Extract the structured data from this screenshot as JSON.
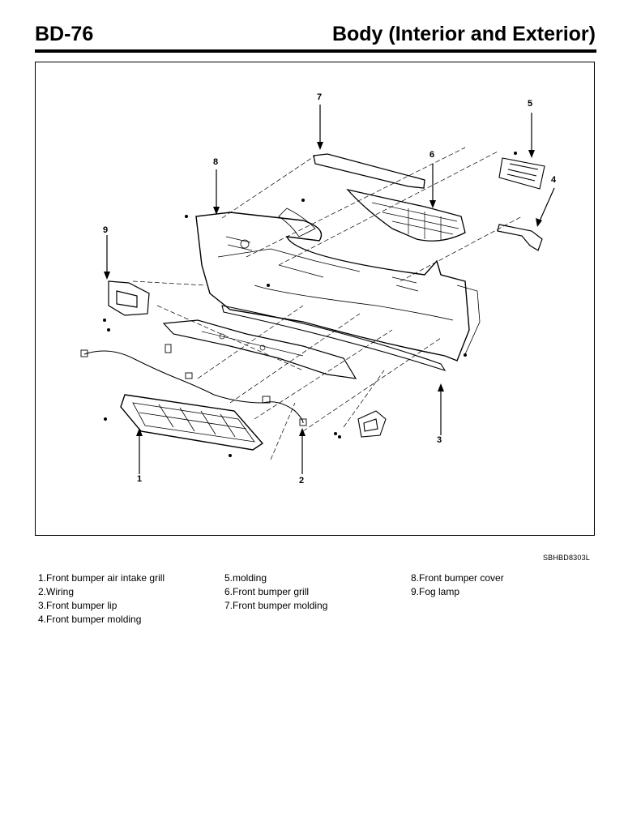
{
  "header": {
    "section_code": "BD-76",
    "section_title": "Body (Interior and Exterior)"
  },
  "figure": {
    "callouts": [
      "1",
      "2",
      "3",
      "4",
      "5",
      "6",
      "7",
      "8",
      "9"
    ],
    "code": "SBHBD8303L"
  },
  "legend": {
    "col1": [
      "1.Front bumper air intake grill",
      "2.Wiring",
      "3.Front bumper lip",
      "4.Front bumper molding"
    ],
    "col2": [
      "5.molding",
      "6.Front bumper grill",
      "7.Front bumper molding"
    ],
    "col3": [
      "8.Front bumper cover",
      "9.Fog lamp"
    ]
  }
}
